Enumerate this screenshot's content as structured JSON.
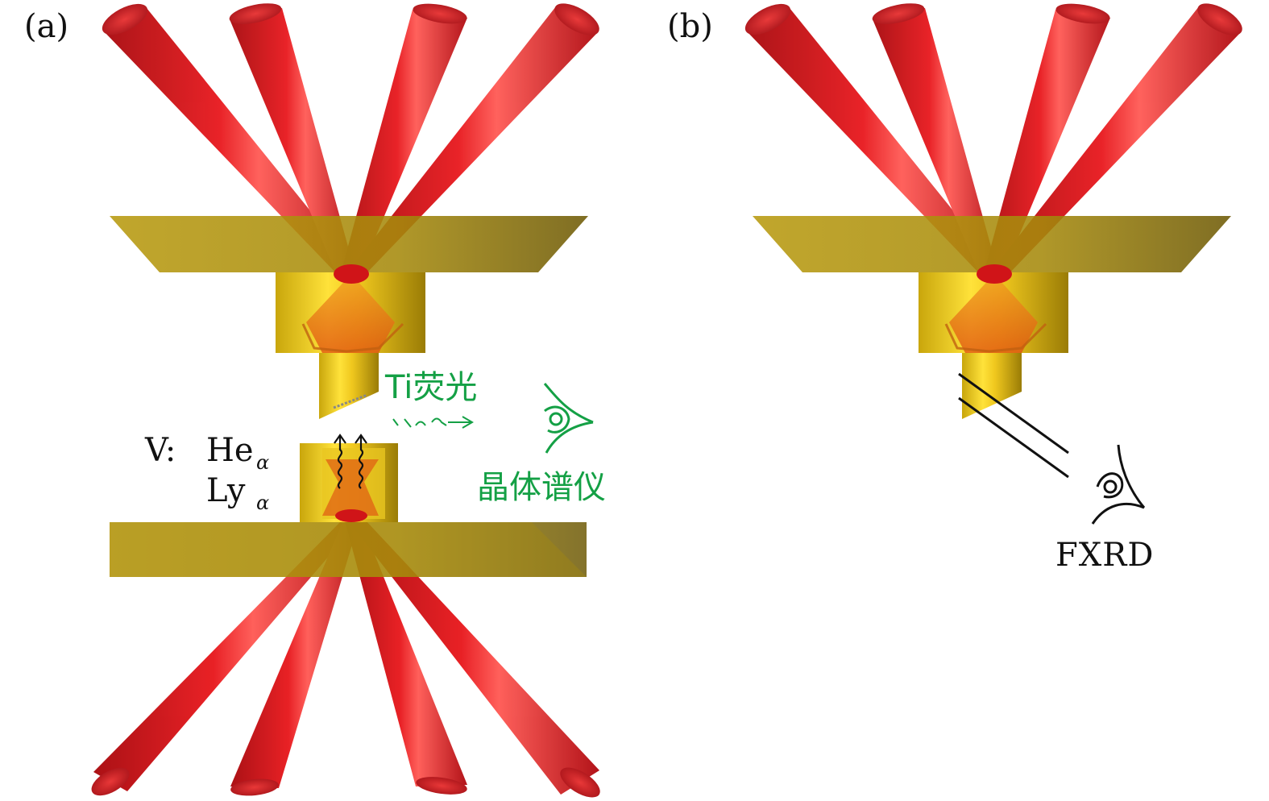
{
  "panels": {
    "a": {
      "label": "(a)"
    },
    "b": {
      "label": "(b)"
    }
  },
  "annotations": {
    "fluorescence": "Ti荧光",
    "spectrometer": "晶体谱仪",
    "v_prefix": "V:",
    "he_main": "He",
    "he_sub": "α",
    "ly_main": "Ly",
    "ly_sub": "α",
    "detector": "FXRD"
  },
  "colors": {
    "beam": "#d8141a",
    "gold": "#c9a80e",
    "annotation_green": "#14a045",
    "line": "#111111"
  },
  "icons": {
    "spectrometer": "eye-icon",
    "detector": "eye-icon"
  }
}
